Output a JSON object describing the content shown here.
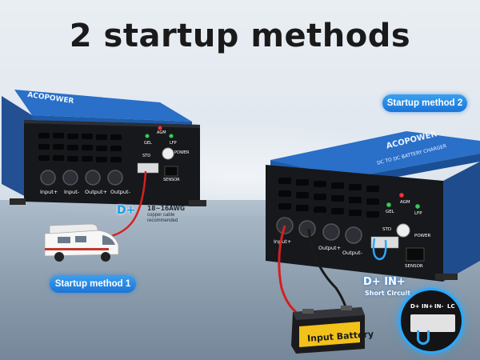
{
  "headline": "2 startup methods",
  "method1": {
    "pill": "Startup method 1",
    "wire_label": "D+",
    "awg": "18~16AWG",
    "awg_note_1": "copper cable",
    "awg_note_2": "recommended"
  },
  "method2": {
    "pill": "Startup method 2",
    "wire_label": "D+ IN+",
    "short": "Short Circuit",
    "battery": "Input Battery"
  },
  "charger": {
    "brand": "ACOPOWER",
    "model": "DC TO DC BATTERY CHARGER",
    "ports": [
      "Input+",
      "Input-",
      "Output+",
      "Output-"
    ],
    "leds": [
      "AGM",
      "GEL",
      "LFP"
    ],
    "switch_label": "STD",
    "power_label": "POWER",
    "sensor_label": "SENSOR",
    "terminal_labels": [
      "D+",
      "IN+",
      "IN-",
      "LC"
    ]
  },
  "colors": {
    "accent_blue": "#1b74d6",
    "wire_red": "#d42020",
    "charger_blue": "#2a6fc8"
  }
}
